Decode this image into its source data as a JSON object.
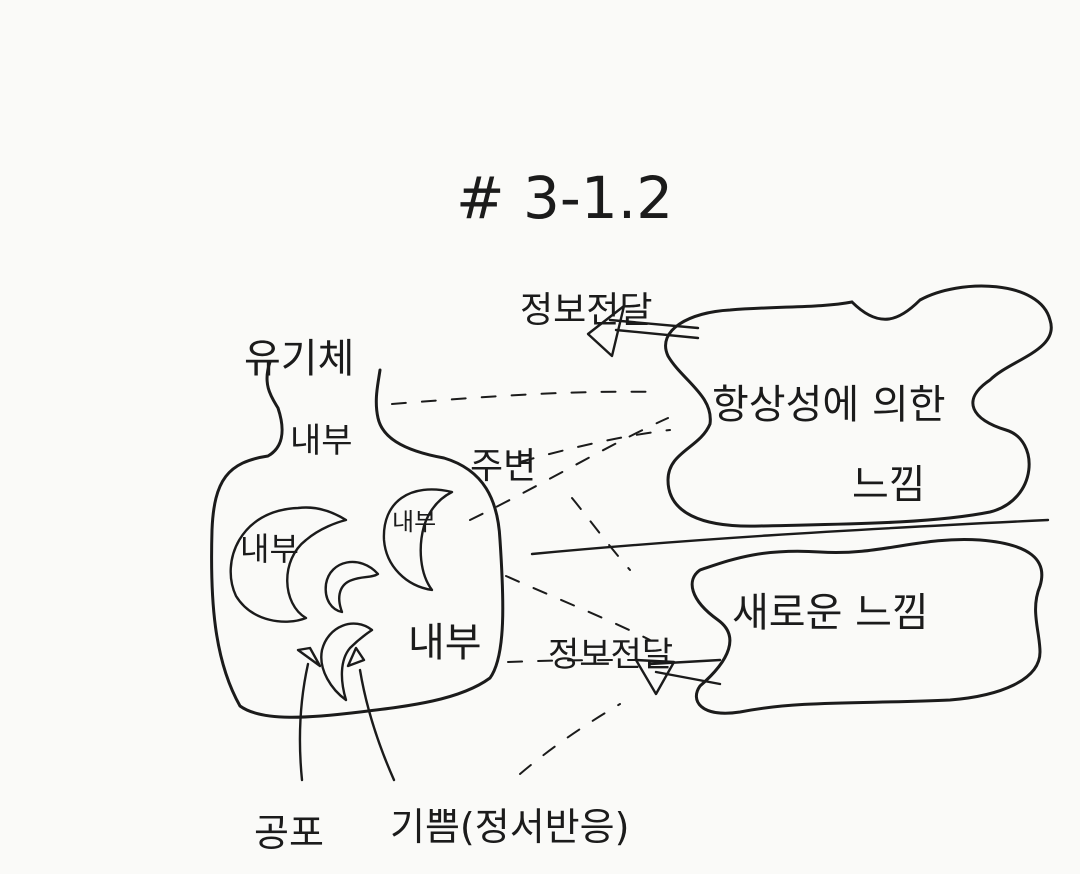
{
  "title": "# 3-1.2",
  "organism": {
    "label": "유기체",
    "outer_inside": "내부",
    "inside_left": "내부",
    "inside_right": "내부",
    "inside_bottom": "내부",
    "surroundings": "주변"
  },
  "clouds": {
    "top": {
      "line1": "항상성에 의한",
      "line2": "느낌"
    },
    "bottom": {
      "line1": "새로운 느낌"
    }
  },
  "arrows": {
    "top_transfer": "정보전달",
    "bottom_transfer": "정보전달"
  },
  "bottom_labels": {
    "fear": "공포",
    "joy": "기쁨(정서반응)"
  }
}
